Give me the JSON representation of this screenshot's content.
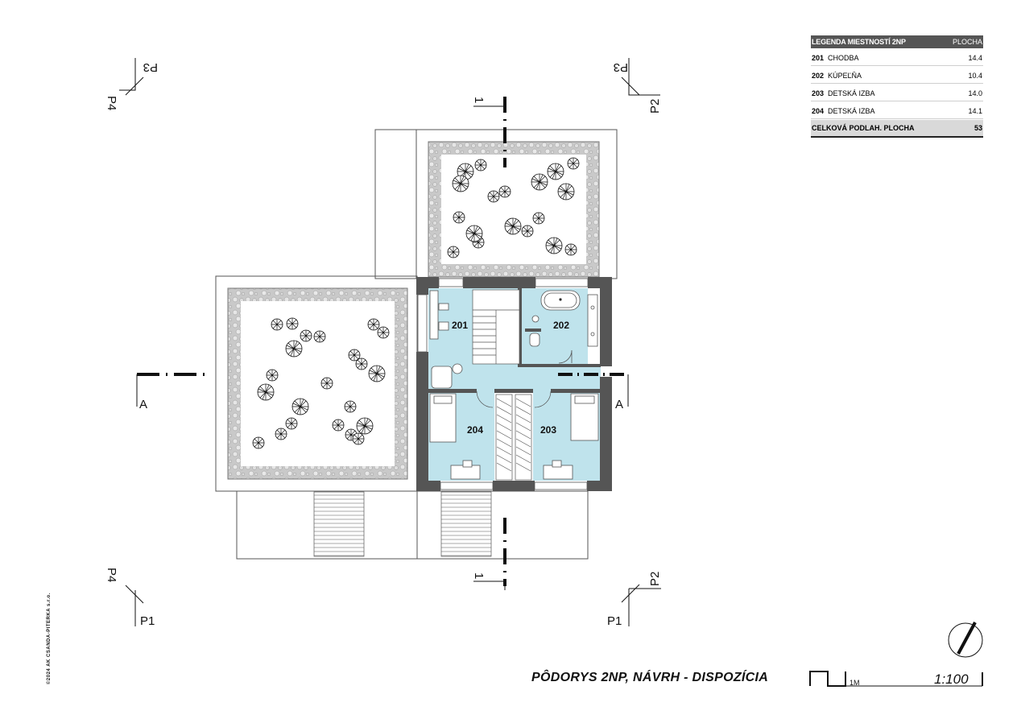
{
  "drawing_title": "PÔDORYS 2NP, NÁVRH - DISPOZÍCIA",
  "scale": "1:100",
  "scale_unit": "1M",
  "copyright": "©2024 AK CSANDA-PITERKA s.r.o.",
  "legend": {
    "header_name": "LEGENDA MIESTNOSTÍ 2NP",
    "header_area": "PLOCHA",
    "rows": [
      {
        "no": "201",
        "name": "CHODBA",
        "area": "14.4"
      },
      {
        "no": "202",
        "name": "KÚPEĽŇA",
        "area": "10.4"
      },
      {
        "no": "203",
        "name": "DETSKÁ IZBA",
        "area": "14.0"
      },
      {
        "no": "204",
        "name": "DETSKÁ IZBA",
        "area": "14.1"
      }
    ],
    "total_label": "CELKOVÁ PODLAH. PLOCHA",
    "total_value": "53"
  },
  "rooms": {
    "r201": "201",
    "r202": "202",
    "r203": "203",
    "r204": "204"
  },
  "axes": {
    "p1": "P1",
    "p2": "P2",
    "p3": "P3",
    "p4": "P4",
    "section_a": "A",
    "section_1": "1"
  },
  "colors": {
    "floor": "#bfe3ec",
    "wall": "#555555",
    "gravel": "#c9c9c9",
    "legend_header": "#555555"
  },
  "icons": [
    "north-arrow-icon",
    "scale-bar-icon",
    "tree-icon"
  ]
}
